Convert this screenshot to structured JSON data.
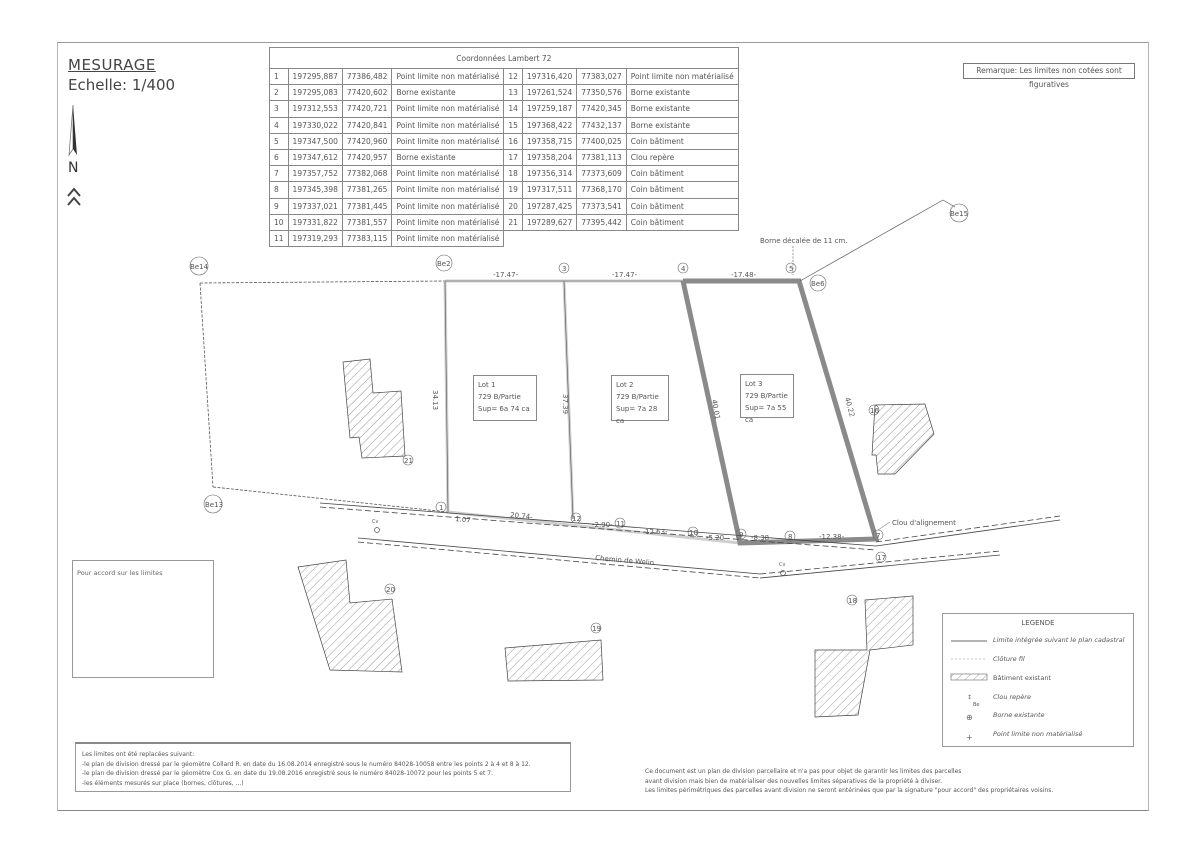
{
  "header": {
    "title": "MESURAGE",
    "scale": "Echelle: 1/400",
    "north_label": "N"
  },
  "remark": "Remarque: Les limites non cotées sont figuratives",
  "coord_table": {
    "title": "Coordonnées Lambert 72",
    "rows_left": [
      {
        "n": "1",
        "x": "197295,887",
        "y": "77386,482",
        "desc": "Point limite non matérialisé"
      },
      {
        "n": "2",
        "x": "197295,083",
        "y": "77420,602",
        "desc": "Borne existante"
      },
      {
        "n": "3",
        "x": "197312,553",
        "y": "77420,721",
        "desc": "Point limite non matérialisé"
      },
      {
        "n": "4",
        "x": "197330,022",
        "y": "77420,841",
        "desc": "Point limite non matérialisé"
      },
      {
        "n": "5",
        "x": "197347,500",
        "y": "77420,960",
        "desc": "Point limite non matérialisé"
      },
      {
        "n": "6",
        "x": "197347,612",
        "y": "77420,957",
        "desc": "Borne existante"
      },
      {
        "n": "7",
        "x": "197357,752",
        "y": "77382,068",
        "desc": "Point limite non matérialisé"
      },
      {
        "n": "8",
        "x": "197345,398",
        "y": "77381,265",
        "desc": "Point limite non matérialisé"
      },
      {
        "n": "9",
        "x": "197337,021",
        "y": "77381,445",
        "desc": "Point limite non matérialisé"
      },
      {
        "n": "10",
        "x": "197331,822",
        "y": "77381,557",
        "desc": "Point limite non matérialisé"
      },
      {
        "n": "11",
        "x": "197319,293",
        "y": "77383,115",
        "desc": "Point limite non matérialisé"
      }
    ],
    "rows_right": [
      {
        "n": "12",
        "x": "197316,420",
        "y": "77383,027",
        "desc": "Point limite non matérialisé"
      },
      {
        "n": "13",
        "x": "197261,524",
        "y": "77350,576",
        "desc": "Borne existante"
      },
      {
        "n": "14",
        "x": "197259,187",
        "y": "77420,345",
        "desc": "Borne existante"
      },
      {
        "n": "15",
        "x": "197368,422",
        "y": "77432,137",
        "desc": "Borne existante"
      },
      {
        "n": "16",
        "x": "197358,715",
        "y": "77400,025",
        "desc": "Coin bâtiment"
      },
      {
        "n": "17",
        "x": "197358,204",
        "y": "77381,113",
        "desc": "Clou repère"
      },
      {
        "n": "18",
        "x": "197356,314",
        "y": "77373,609",
        "desc": "Coin bâtiment"
      },
      {
        "n": "19",
        "x": "197317,511",
        "y": "77368,170",
        "desc": "Coin bâtiment"
      },
      {
        "n": "20",
        "x": "197287,425",
        "y": "77373,541",
        "desc": "Coin bâtiment"
      },
      {
        "n": "21",
        "x": "197289,627",
        "y": "77395,442",
        "desc": "Coin bâtiment"
      }
    ]
  },
  "plan": {
    "points": {
      "be14": "Be14",
      "be2": "Be2",
      "be6": "Be6",
      "be13": "Be13",
      "be15": "Be15",
      "p1": "1",
      "p3": "3",
      "p4": "4",
      "p5": "5",
      "p7": "7",
      "p8": "8",
      "p9": "9",
      "p10": "10",
      "p11": "11",
      "p12": "12",
      "p16": "16",
      "p17": "17",
      "p18": "18",
      "p19": "19",
      "p20": "20",
      "p21": "21"
    },
    "dimensions": {
      "top_1": "-17.47-",
      "top_2": "-17.47-",
      "top_3": "-17.48-",
      "side_lot1": "34.13",
      "side_lot2": "37.39",
      "side_lot3_left": "40.01",
      "side_lot3_right": "40.22",
      "bottom_a": "1.07",
      "bottom_b": "20.74-",
      "bottom_c": "-2.90-",
      "bottom_d": "12.63-",
      "bottom_e": "-5.20",
      "bottom_f": "-8.38-",
      "bottom_g": "-12.38-"
    },
    "annotations": {
      "borne_decalee": "Borne décalée de 11 cm.",
      "clou_alignement": "Clou d'alignement",
      "road_name": "Chemin de Welin",
      "cv_1": "Cv",
      "cv_2": "Cv"
    },
    "lots": [
      {
        "name": "Lot 1",
        "parcel": "729 B/Partie",
        "area": "Sup= 6a 74 ca"
      },
      {
        "name": "Lot 2",
        "parcel": "729 B/Partie",
        "area": "Sup= 7a 28 ca"
      },
      {
        "name": "Lot 3",
        "parcel": "729 B/Partie",
        "area": "Sup= 7a 55 ca"
      }
    ]
  },
  "accord_box": {
    "label": "Pour accord sur les limites"
  },
  "legend": {
    "title": "LEGENDE",
    "items": [
      {
        "label": "Limite intégrée suivant le plan cadastral"
      },
      {
        "label": "Clôture fil"
      },
      {
        "label": "Bâtiment existant"
      },
      {
        "label": "Clou repère"
      },
      {
        "label": "Borne existante",
        "sup": "Be"
      },
      {
        "label": "Point limite non matérialisé"
      }
    ]
  },
  "notes": {
    "lines": [
      "Les limites ont été replacées suivant:",
      "-le plan de division dressé par le géomètre Collard R. en date du 16.08.2014 enregistré sous le numéro 84028-10058 entre les points  2 à 4  et 8 à 12.",
      "-le plan de division dressé par le géomètre Cox G. en date du 19.08.2016 enregistré sous le numéro 84028-10072 pour les points 5 et 7.",
      "-les éléments mesurés sur place (bornes, clôtures, ...)"
    ]
  },
  "disclaimer": {
    "lines": [
      "Ce document est un plan de division parcellaire et n'a pas pour objet de garantir les limites des parcelles",
      "avant division mais bien de matérialiser des nouvelles limites séparatives de la propriété à diviser.",
      "Les limites périmétriques des parcelles avant division ne seront entérinées que par la signature \"pour accord\" des propriétaires voisins."
    ]
  }
}
